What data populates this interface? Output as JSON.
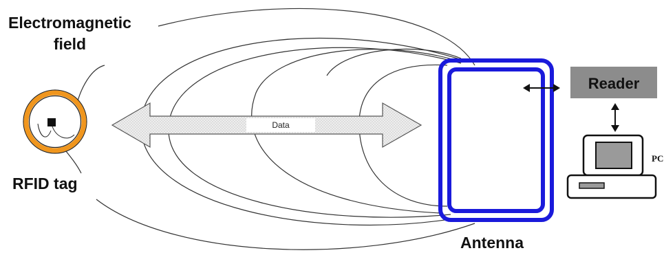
{
  "labels": {
    "em_field_line1": "Electromagnetic",
    "em_field_line2": "field",
    "rfid_tag": "RFID tag",
    "data": "Data",
    "antenna": "Antenna",
    "reader": "Reader",
    "pc": "PC"
  },
  "colors": {
    "antenna_coil": "#1a1adb",
    "tag_coil": "#f0961e",
    "reader_box": "#8c8c8c",
    "arrow_fill": "#e6e6e6",
    "field_lines": "#333333",
    "monitor_screen": "#9a9a9a"
  }
}
